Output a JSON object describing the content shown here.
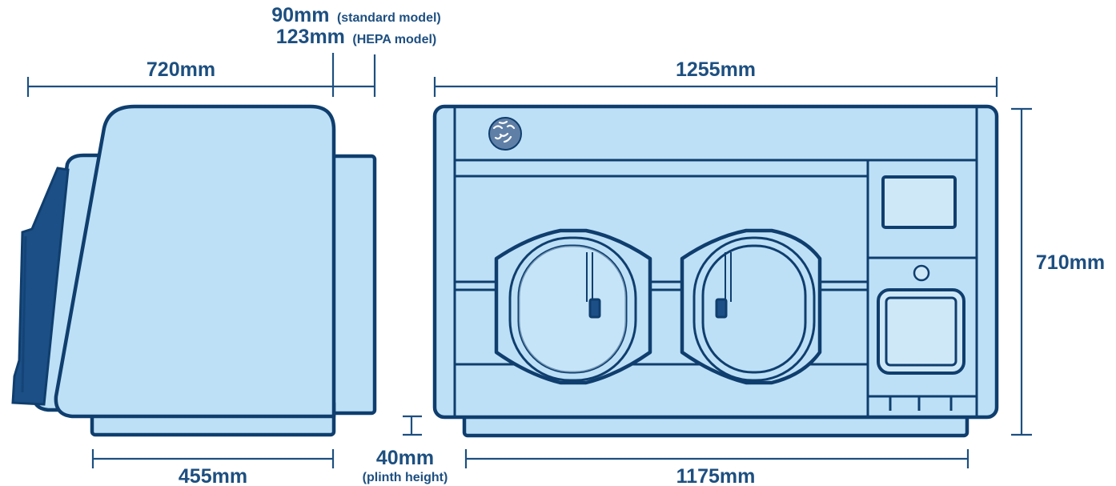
{
  "dimensions": {
    "side_depth": "720mm",
    "side_extension": "90mm",
    "side_extension_note": "(standard model)",
    "side_extension_hepa": "123mm",
    "side_extension_hepa_note": "(HEPA model)",
    "side_base": "455mm",
    "plinth": "40mm",
    "plinth_note": "(plinth height)",
    "front_width": "1255mm",
    "front_base": "1175mm",
    "height": "710mm"
  }
}
